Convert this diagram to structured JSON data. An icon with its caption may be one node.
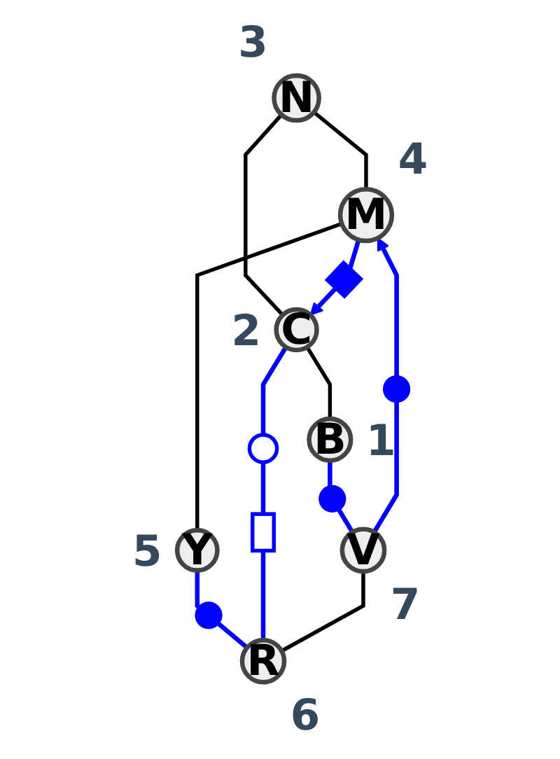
{
  "diagram": {
    "nodes": [
      {
        "text": [
          "N"
        ],
        "beside": [
          "3"
        ]
      },
      {
        "text": [
          "M"
        ],
        "beside": [
          "4"
        ]
      },
      {
        "text": [
          "Y"
        ],
        "beside": [
          "5"
        ]
      },
      {
        "text": [
          "C"
        ],
        "beside": [
          "2"
        ]
      },
      {
        "text": [
          "B"
        ],
        "beside": [
          "1"
        ]
      },
      {
        "text": [
          "R"
        ],
        "beside": [
          "6"
        ]
      },
      {
        "text": [
          "V"
        ],
        "beside": [
          "7"
        ]
      }
    ],
    "edges": [
      {
        "from": 0,
        "to": 1,
        "arrow": "none"
      },
      {
        "from": 0,
        "to": 3,
        "arrow": "none"
      },
      {
        "from": 1,
        "to": 2,
        "arrow": "none"
      },
      {
        "from": 1,
        "to": 3,
        "arrow": "to",
        "color": "#0000ff"
      },
      {
        "from": 6,
        "to": 1,
        "arrow": "to",
        "color": "#0000ff"
      },
      {
        "from": 2,
        "to": 5,
        "arrow": "none",
        "color": "#0000ff"
      },
      {
        "from": 3,
        "to": 4,
        "arrow": "none"
      },
      {
        "from": 3,
        "to": 5,
        "arrow": "none",
        "color": "#0000ff"
      },
      {
        "from": 4,
        "to": 6,
        "arrow": "none",
        "color": "#0000ff"
      },
      {
        "from": 6,
        "to": 5,
        "arrow": "none"
      }
    ]
  }
}
